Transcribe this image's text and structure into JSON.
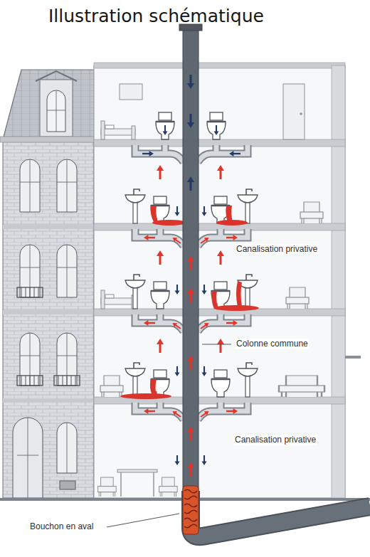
{
  "diagram": {
    "title": "Illustration schématique",
    "labels": [
      "Canalisation privative",
      "Colonne commune",
      "Canalisation privative",
      "Bouchon en aval"
    ]
  }
}
